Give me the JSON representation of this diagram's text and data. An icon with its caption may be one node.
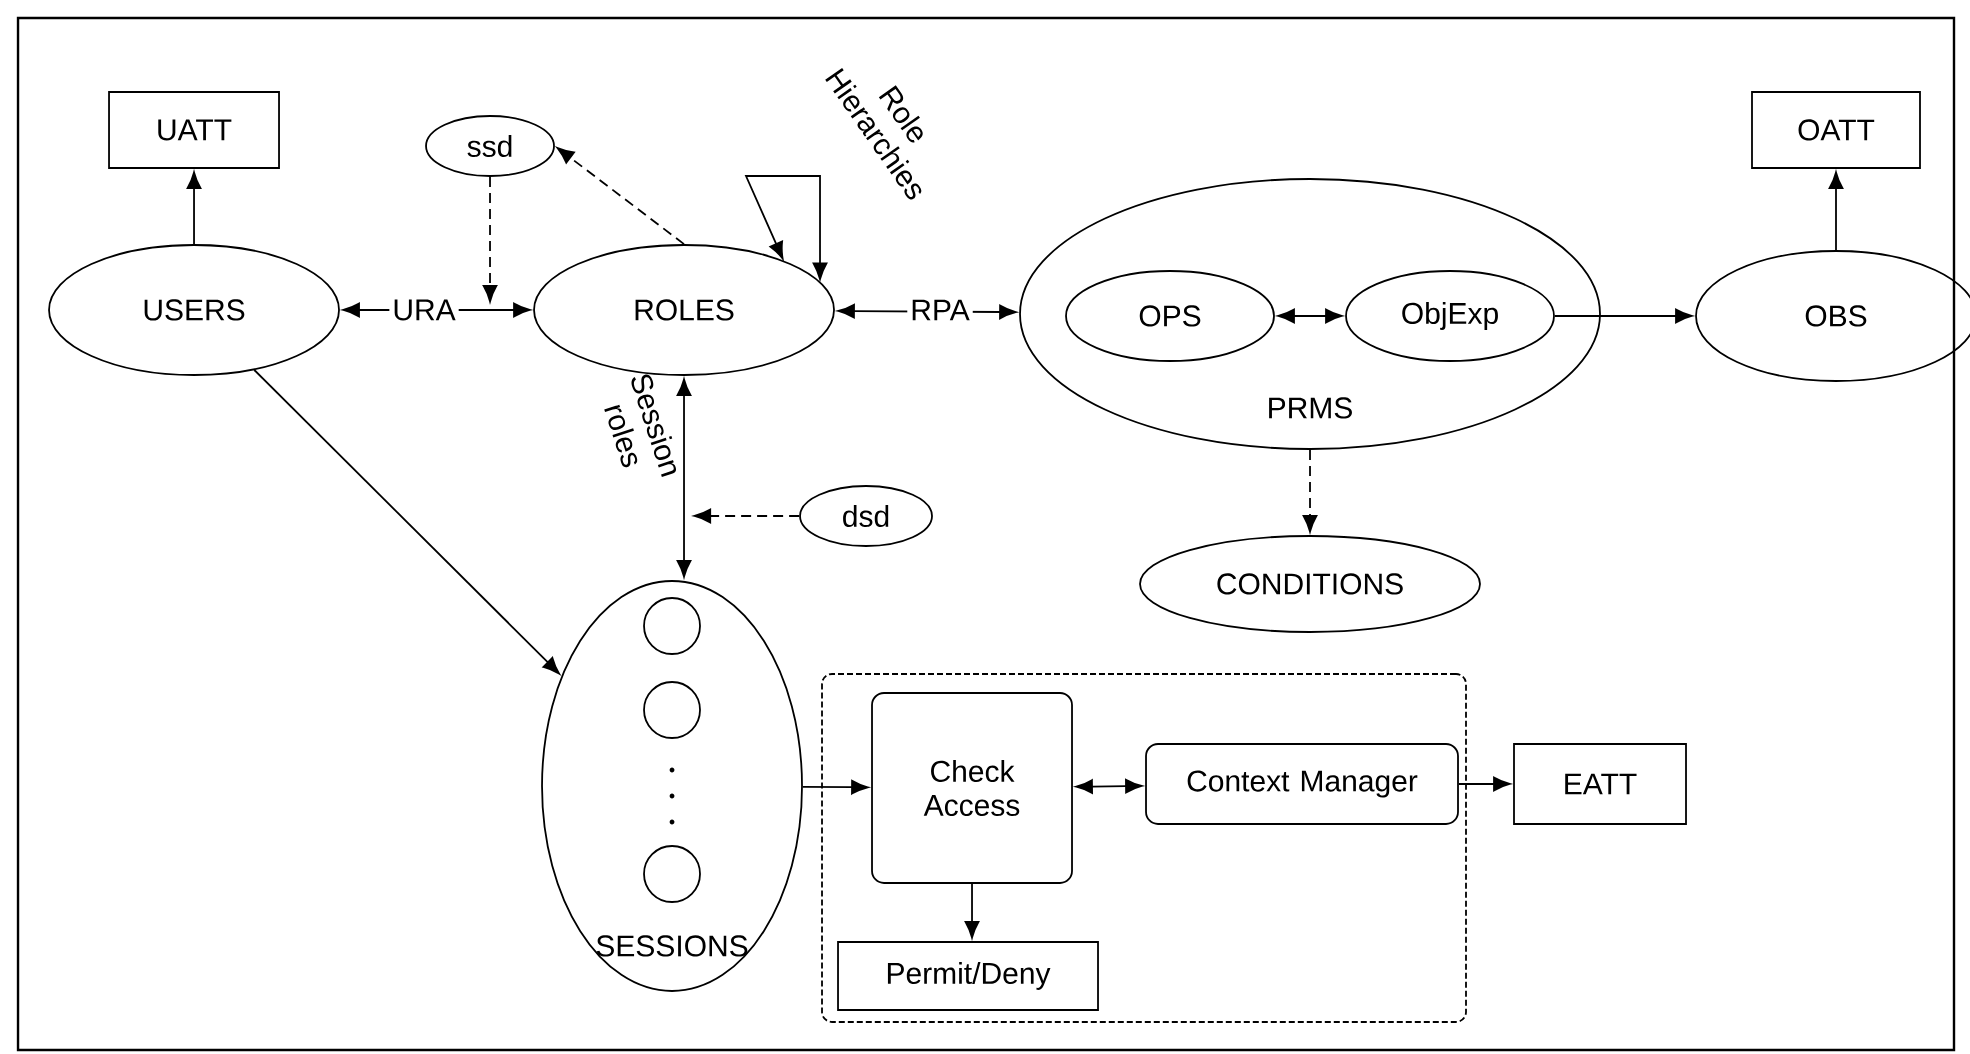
{
  "diagram": {
    "nodes": [
      {
        "text": [
          "UATT"
        ]
      },
      {
        "text": [
          "ssd"
        ]
      },
      {
        "text": [
          "USERS"
        ]
      },
      {
        "text": [
          "ROLES"
        ]
      },
      {
        "text": [
          "PRMS"
        ]
      },
      {
        "text": [
          "OPS"
        ],
        "in": 4
      },
      {
        "text": [
          "ObjExp"
        ],
        "in": 4
      },
      {
        "text": [
          "OATT"
        ]
      },
      {
        "text": [
          "OBS"
        ]
      },
      {
        "text": [
          "dsd"
        ]
      },
      {
        "text": [
          "CONDITIONS"
        ]
      },
      {
        "text": [
          "SESSIONS"
        ]
      },
      {
        "text": [],
        "shape": "circle",
        "in": 11
      },
      {
        "text": [],
        "shape": "circle",
        "in": 11
      },
      {
        "text": [],
        "shape": "circle",
        "in": 11
      },
      {
        "text": [],
        "shape": "box"
      },
      {
        "text": [
          "Check Access"
        ],
        "in": 15
      },
      {
        "text": [
          "Context Manager"
        ],
        "in": 15
      },
      {
        "text": [
          "EATT"
        ]
      },
      {
        "text": [
          "Permit/Deny"
        ],
        "in": 15
      }
    ],
    "edges": [
      {
        "from": 2,
        "to": 0,
        "arrow": "to"
      },
      {
        "from": 2,
        "to": 3,
        "arrow": "both",
        "label": "URA"
      },
      {
        "from": 1,
        "to": null,
        "arrow": "to",
        "style": "dashed"
      },
      {
        "from": 3,
        "to": 1,
        "arrow": "to",
        "style": "dashed"
      },
      {
        "from": 3,
        "to": 3,
        "arrow": "both",
        "label": "Role Hierarchies"
      },
      {
        "from": 3,
        "to": 4,
        "arrow": "both",
        "label": "RPA"
      },
      {
        "from": 5,
        "to": 6,
        "arrow": "both"
      },
      {
        "from": 6,
        "to": 8,
        "arrow": "to"
      },
      {
        "from": 8,
        "to": 7,
        "arrow": "to"
      },
      {
        "from": 4,
        "to": 10,
        "arrow": "to",
        "style": "dashed"
      },
      {
        "from": 2,
        "to": 11,
        "arrow": "to"
      },
      {
        "from": 3,
        "to": 11,
        "arrow": "both",
        "label": "Session roles"
      },
      {
        "from": 9,
        "to": null,
        "arrow": "to",
        "style": "dashed"
      },
      {
        "from": 11,
        "to": 16,
        "arrow": "to"
      },
      {
        "from": 16,
        "to": 17,
        "arrow": "both"
      },
      {
        "from": 17,
        "to": 18,
        "arrow": "to"
      },
      {
        "from": 16,
        "to": 19,
        "arrow": "to"
      }
    ]
  }
}
